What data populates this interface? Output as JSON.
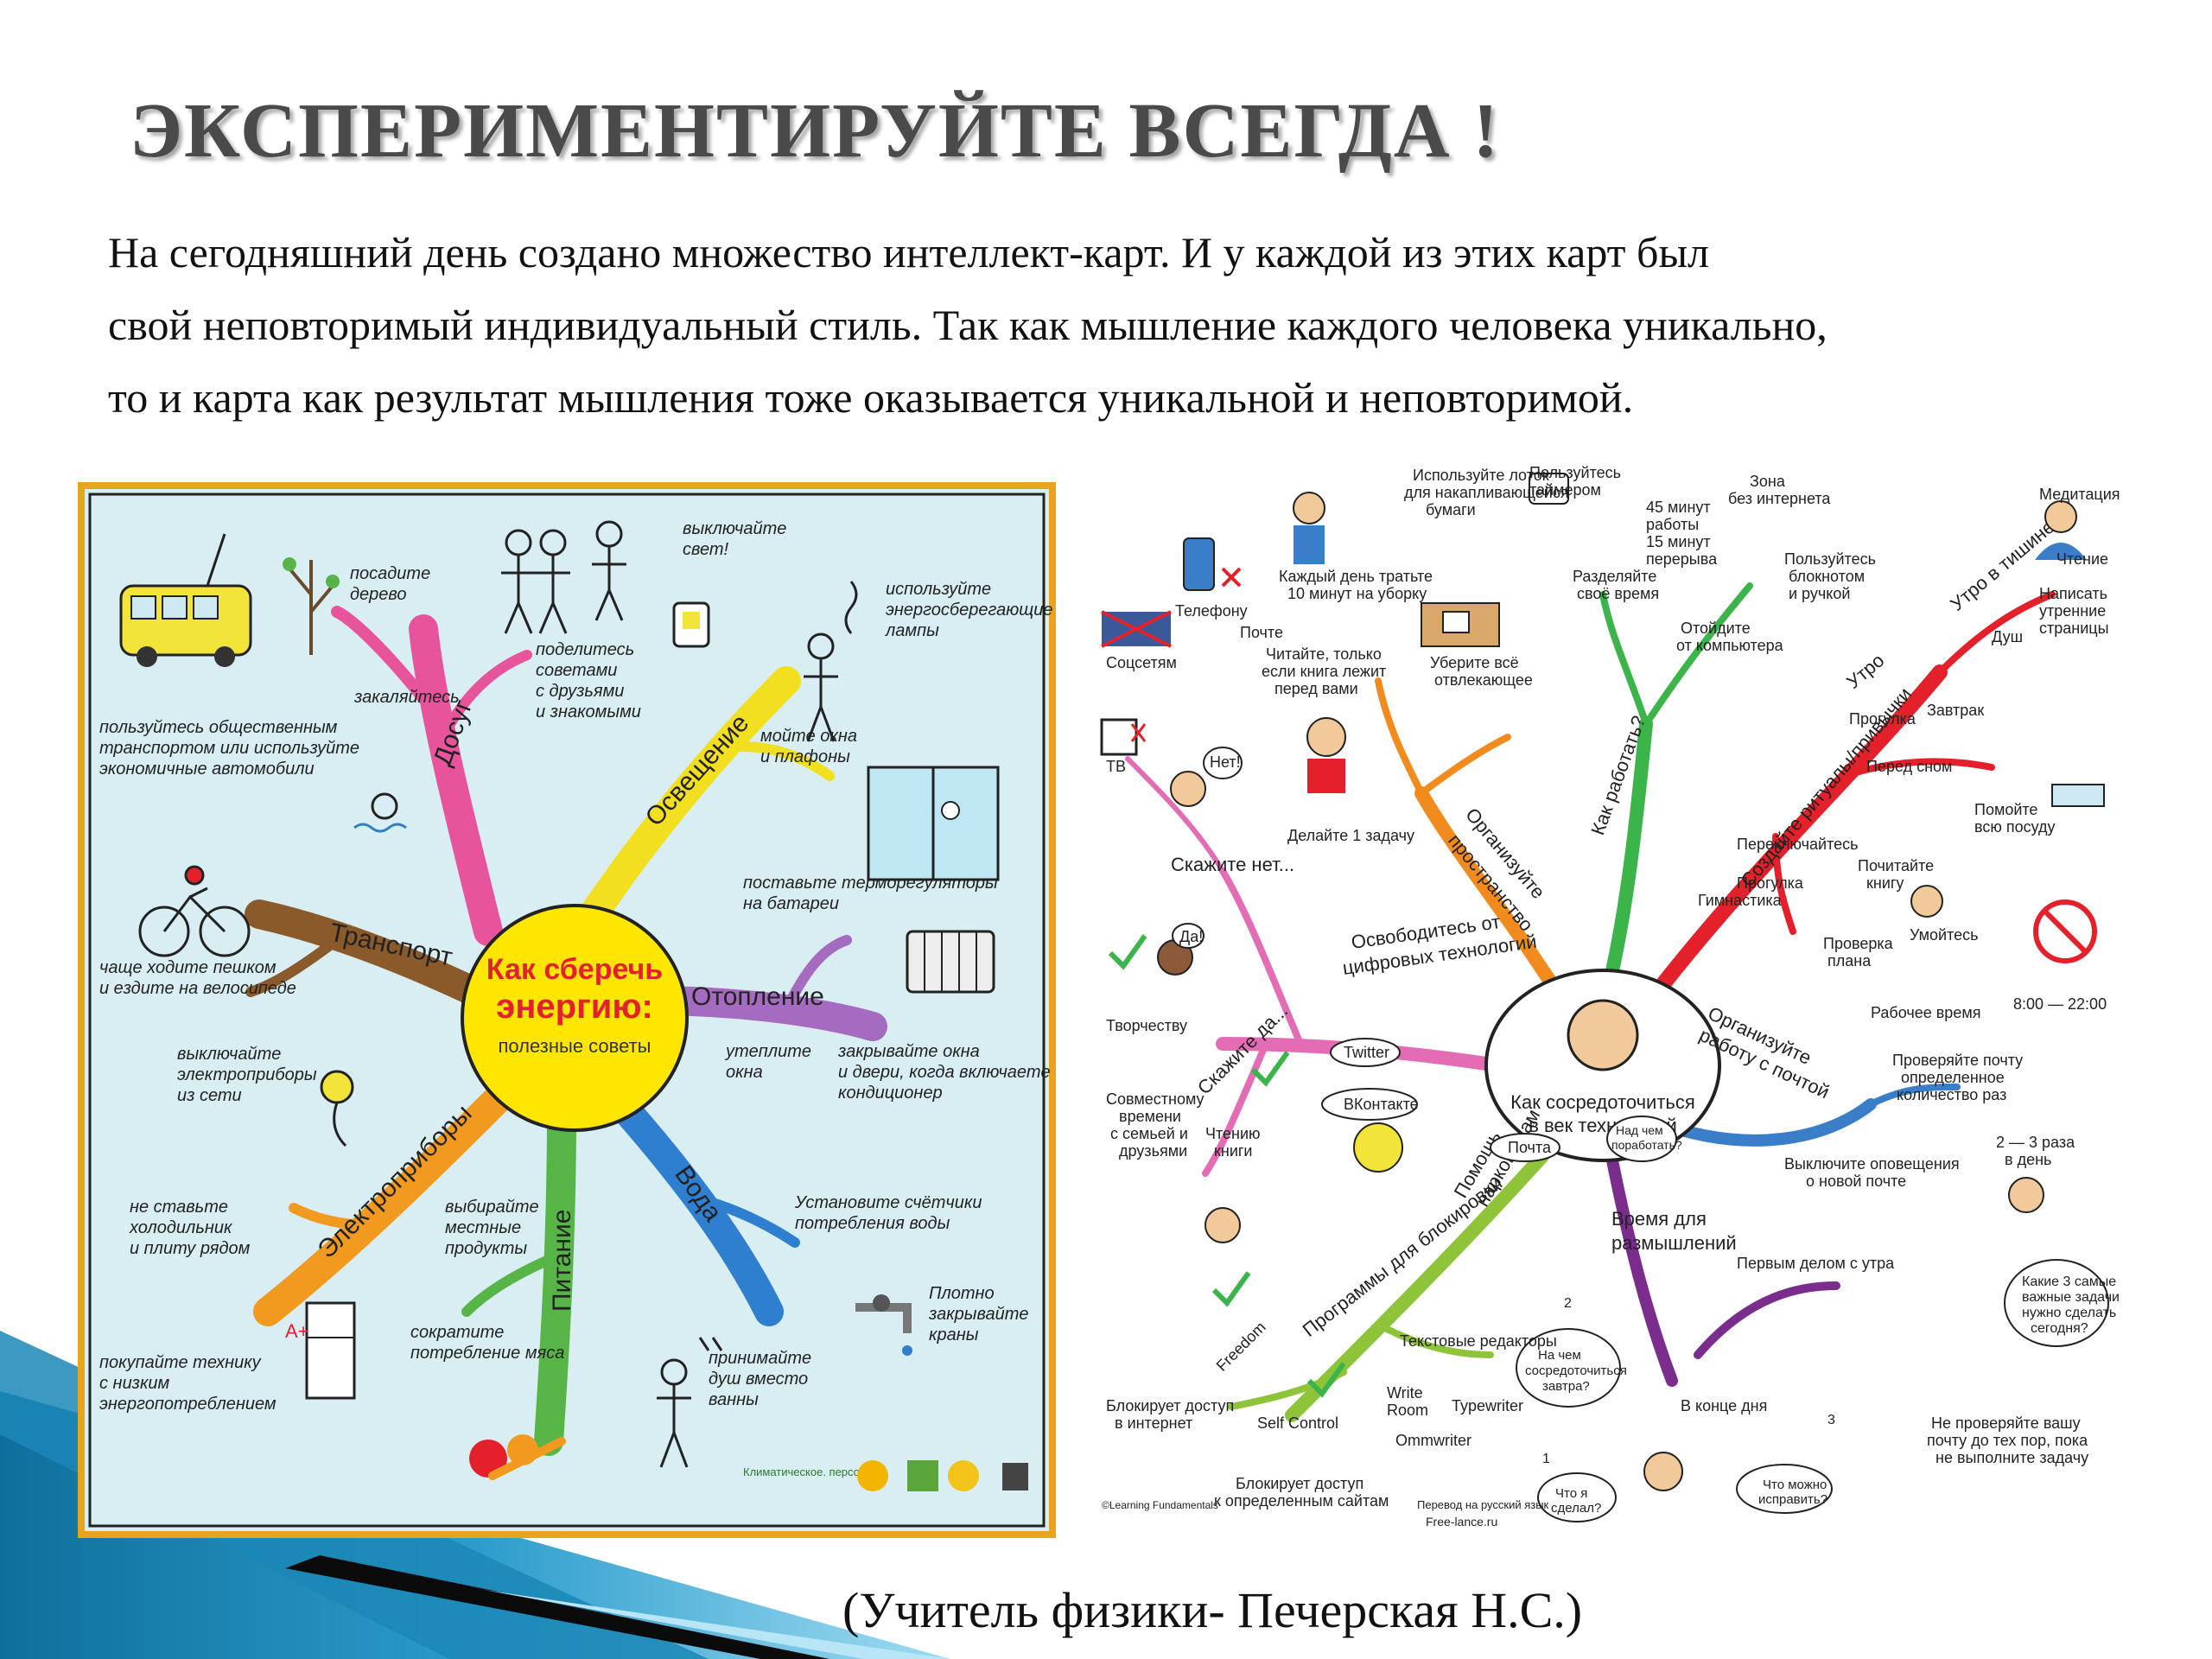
{
  "slide": {
    "title": "ЭКСПЕРИМЕНТИРУЙТЕ ВСЕГДА !",
    "paragraph": [
      "На сегодняшний день создано множество интеллект-карт. И у каждой из этих карт был",
      "свой неповторимый индивидуальный стиль. Так как мышление каждого человека уникально,",
      "то и карта как результат мышления тоже оказывается уникальной и неповторимой."
    ],
    "caption": "(Учитель физики- Печерская Н.С.)"
  },
  "map_energy": {
    "center_title_1": "Как сберечь",
    "center_title_2": "энергию:",
    "center_subtitle": "полезные советы",
    "branches": {
      "leisure": "Досуг",
      "lighting": "Освещение",
      "transport": "Транспорт",
      "heating": "Отопление",
      "appliances": "Электроприборы",
      "food": "Питание",
      "water": "Вода"
    },
    "tips": {
      "tree_1": "посадите",
      "tree_2": "дерево",
      "share_1": "поделитесь",
      "share_2": "советами",
      "share_3": "с друзьями",
      "share_4": "и знакомыми",
      "light_off_1": "выключайте",
      "light_off_2": "свет!",
      "bulbs_1": "используйте",
      "bulbs_2": "энергосберегающие",
      "bulbs_3": "лампы",
      "harden": "закаляйтесь",
      "public_1": "пользуйтесь общественным",
      "public_2": "транспортом или используйте",
      "public_3": "экономичные автомобили",
      "windows_1": "мойте окна",
      "windows_2": "и плафоны",
      "walk_1": "чаще ходите пешком",
      "walk_2": "и ездите на велосипеде",
      "thermo_1": "поставьте терморегуляторы",
      "thermo_2": "на батареи",
      "unplug_1": "выключайте",
      "unplug_2": "электроприборы",
      "unplug_3": "из сети",
      "insulate_1": "утеплите",
      "insulate_2": "окна",
      "close_1": "закрывайте окна",
      "close_2": "и двери, когда включаете",
      "close_3": "кондиционер",
      "fridge_1": "не ставьте",
      "fridge_2": "холодильник",
      "fridge_3": "и плиту рядом",
      "local_1": "выбирайте",
      "local_2": "местные",
      "local_3": "продукты",
      "meters_1": "Установите счётчики",
      "meters_2": "потребления воды",
      "buy_1": "покупайте технику",
      "buy_2": "с низким",
      "buy_3": "энергопотреблением",
      "meat_1": "сократите",
      "meat_2": "потребление мяса",
      "shower_1": "принимайте",
      "shower_2": "душ вместо",
      "shower_3": "ванны",
      "taps_1": "Плотно",
      "taps_2": "закрывайте",
      "taps_3": "краны"
    },
    "footer": "Климатическое. персонал",
    "icons": [
      "bus-icon",
      "tree-icon",
      "people-icon",
      "lamp-icon",
      "bicycle-icon",
      "radiator-icon",
      "bulb-icon",
      "fridge-icon",
      "tap-icon",
      "vegetables-icon",
      "shower-icon",
      "window-icon",
      "swimmer-icon"
    ]
  },
  "map_focus": {
    "center_1": "Как сосредоточиться",
    "center_2": "в век технологий",
    "branches": {
      "space_1": "Организуйте",
      "space_2": "пространство",
      "work": "Как работать?",
      "rituals": "Создайте ритуалы/привычки",
      "digital_1": "Освободитесь от",
      "digital_2": "цифровых технологий",
      "mail_1": "Организуйте",
      "mail_2": "работу с почтой",
      "thinking_1": "Время для",
      "thinking_2": "размышлений",
      "blockers": "Программы для блокировки",
      "say_no": "Скажите нет...",
      "say_yes": "Скажите да...",
      "addicts_1": "Помощь",
      "addicts_2": "наркоманам",
      "morning": "Утро",
      "quiet": "Утро в тишине"
    },
    "labels": {
      "tray_1": "Используйте лоток",
      "tray_2": "для накапливающейся",
      "tray_3": "бумаги",
      "timer_1": "Пользуйтесь",
      "timer_2": "таймером",
      "nointernet_1": "Зона",
      "nointernet_2": "без интернета",
      "meditate": "Медитация",
      "read": "Чтение",
      "morning_pages_1": "Написать",
      "morning_pages_2": "утренние",
      "morning_pages_3": "страницы",
      "cleanup_1": "Каждый день тратьте",
      "cleanup_2": "10 минут на уборку",
      "split_1": "Разделяйте",
      "split_2": "своё время",
      "work45_1": "45 минут",
      "work45_2": "работы",
      "work45_3": "15 минут",
      "work45_4": "перерыва",
      "notebook_1": "Пользуйтесь",
      "notebook_2": "блокнотом",
      "notebook_3": "и ручкой",
      "away_1": "Отойдите",
      "away_2": "от компьютера",
      "phone": "Телефону",
      "mail": "Почте",
      "social": "Соцсетям",
      "tv": "ТВ",
      "one_book_1": "Читайте, только",
      "one_book_2": "если книга лежит",
      "one_book_3": "перед вами",
      "clutter_1": "Уберите всё",
      "clutter_2": "отвлекающее",
      "shower": "Душ",
      "breakfast": "Завтрак",
      "walk": "Прогулка",
      "before_sleep": "Перед сном",
      "dishes_1": "Помойте",
      "dishes_2": "всю посуду",
      "one_task": "Делайте 1 задачу",
      "no": "Нет!",
      "switch": "Переключайтесь",
      "read_book_1": "Почитайте",
      "read_book_2": "книгу",
      "yes": "Да!",
      "gym": "Гимнастика",
      "walk2": "Прогулка",
      "check_plan_1": "Проверка",
      "check_plan_2": "плана",
      "wash": "Умойтесь",
      "creativity": "Творчеству",
      "worktime": "Рабочее время",
      "hours": "8:00 — 22:00",
      "twitter": "Twitter",
      "post": "Почта",
      "vk": "ВКонтакте",
      "check_mail_1": "Проверяйте почту",
      "check_mail_2": "определенное",
      "check_mail_3": "количество раз",
      "times_1": "2 — 3 раза",
      "times_2": "в день",
      "family_1": "Совместному",
      "family_2": "времени",
      "family_3": "с семьей и",
      "family_4": "друзьями",
      "reading_1": "Чтению",
      "reading_2": "книги",
      "what_work_1": "Над чем",
      "what_work_2": "поработать?",
      "notify_1": "Выключите оповещения",
      "notify_2": "о новой почте",
      "first_thing": "Первым делом с утра",
      "three_tasks_1": "Какие 3 самые",
      "three_tasks_2": "важные задачи",
      "three_tasks_3": "нужно сделать",
      "three_tasks_4": "сегодня?",
      "freedom": "Freedom",
      "editors": "Текстовые редакторы",
      "tomorrow_1": "На чем",
      "tomorrow_2": "сосредоточиться",
      "tomorrow_3": "завтра?",
      "writeroom_1": "Write",
      "writeroom_2": "Room",
      "typewriter": "Typewriter",
      "ommwriter": "Ommwriter",
      "end_of_day": "В конце дня",
      "blocks_net_1": "Блокирует доступ",
      "blocks_net_2": "в интернет",
      "selfcontrol": "Self Control",
      "done_1": "Что я",
      "done_2": "сделал?",
      "improve_1": "Что можно",
      "improve_2": "исправить?",
      "dont_check_1": "Не проверяйте вашу",
      "dont_check_2": "почту до тех пор, пока",
      "dont_check_3": "не выполните задачу",
      "blocks_sites_1": "Блокирует доступ",
      "blocks_sites_2": "к определенным сайтам",
      "credit": "©Learning Fundamentals",
      "translation": "Перевод на русский язык",
      "freelance": "Free-lance.ru",
      "n1": "1",
      "n2": "2",
      "n3": "3"
    }
  },
  "colors": {
    "corner_teal": "#1a86b4",
    "corner_light": "#8fd3ee",
    "corner_black": "#0b0b0b",
    "map1_bg": "#d8eef3",
    "map1_border": "#e6a51a",
    "center_yellow": "#ffe600"
  }
}
